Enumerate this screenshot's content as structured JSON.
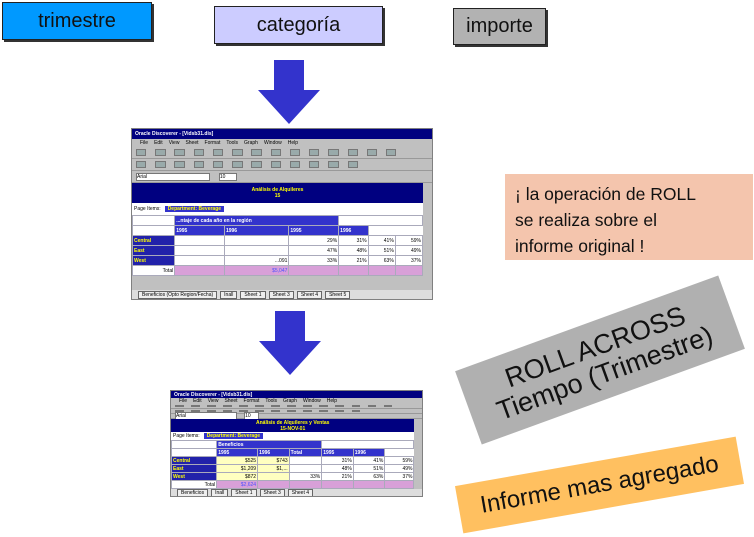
{
  "labels": {
    "quarter": "trimestre",
    "category": "categoría",
    "amount": "importe"
  },
  "colors": {
    "quarter": "#0099ff",
    "category": "#ccccff",
    "amount": "#b2b2b2",
    "arrow": "#3333cc",
    "note": "#f4c5ad",
    "banner1": "#b0b0b0",
    "banner2": "#ffc060"
  },
  "note": {
    "line1": "¡ la operación de ROLL",
    "line2": "se realiza sobre el",
    "line3": "informe original !"
  },
  "banner1": {
    "line1": "ROLL ACROSS",
    "line2": "Tiempo (Trimestre)"
  },
  "banner2": {
    "line1": "Informe mas agregado"
  },
  "window1": {
    "title": "Oracle Discoverer - [Vidsb31.dis]",
    "menu": [
      "File",
      "Edit",
      "View",
      "Sheet",
      "Format",
      "Tools",
      "Graph",
      "Window",
      "Help"
    ],
    "font": "Arial",
    "size": "10",
    "report_title": "Análisis de Alquileres",
    "report_date": "15",
    "page_items_label": "Page Items:",
    "page_item": "Department: Beverage",
    "group_header": "...ntaje de cada año en la región",
    "years": [
      "1995",
      "1996",
      "1995",
      "1996"
    ],
    "rows": [
      {
        "name": "Central",
        "cells": [
          "",
          "",
          "29%",
          "31%",
          "41%",
          "59%"
        ]
      },
      {
        "name": "East",
        "cells": [
          "",
          "",
          "47%",
          "48%",
          "51%",
          "49%"
        ]
      },
      {
        "name": "West",
        "cells": [
          "",
          "...091",
          "33%",
          "21%",
          "63%",
          "37%"
        ]
      },
      {
        "name": "Total",
        "cells": [
          "",
          "$5,047",
          "",
          "",
          "",
          ""
        ]
      }
    ],
    "tabs": [
      "Beneficios (Opto Region/Fecha)",
      "Inall",
      "Sheet 1",
      "Sheet 3",
      "Sheet 4",
      "Sheet 5"
    ]
  },
  "window2": {
    "title": "Oracle Discoverer - [Vidsb31.dis]",
    "menu": [
      "File",
      "Edit",
      "View",
      "Sheet",
      "Format",
      "Tools",
      "Graph",
      "Window",
      "Help"
    ],
    "font": "Arial",
    "size": "10",
    "report_title": "Análisis de Alquileres y Ventas",
    "report_date": "15-NOV-01",
    "page_items_label": "Page Items:",
    "page_item": "Department: Beverage",
    "group_header": "Beneficios",
    "years": [
      "1995",
      "1996",
      "Total",
      "1995",
      "1996"
    ],
    "rows": [
      {
        "name": "Central",
        "cells": [
          "$525",
          "$743",
          "",
          "31%",
          "41%",
          "59%"
        ]
      },
      {
        "name": "East",
        "cells": [
          "$1,209",
          "$1,...",
          "",
          "48%",
          "51%",
          "49%"
        ]
      },
      {
        "name": "West",
        "cells": [
          "$872",
          "",
          "33%",
          "21%",
          "63%",
          "37%"
        ]
      },
      {
        "name": "Total",
        "cells": [
          "$2,624",
          "",
          "",
          "",
          "",
          ""
        ]
      }
    ],
    "tabs": [
      "Beneficios",
      "Inall",
      "Sheet 1",
      "Sheet 3",
      "Sheet 4"
    ]
  }
}
